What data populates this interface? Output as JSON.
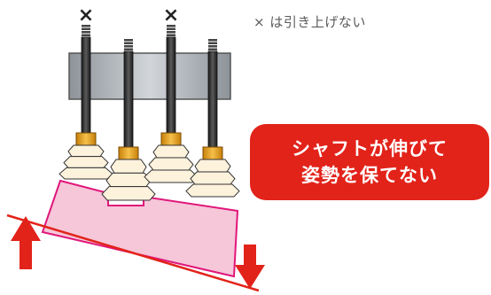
{
  "caption": "× は引き上げない",
  "callout": {
    "line1": "シャフトが伸びて",
    "line2": "姿勢を保てない"
  },
  "markers": {
    "cup1": "×",
    "cup3": "×"
  },
  "colors": {
    "callout_bg": "#e2231a",
    "workpiece_fill": "#f6c6d9",
    "workpiece_stroke": "#e0177a",
    "arrow": "#e2231a",
    "shaft": "#2c2c2c",
    "bellows": "#fdf2dc",
    "fitting": "#e8a117",
    "plate": "#b9bec4"
  },
  "icons": [
    "up-arrow-icon",
    "down-arrow-icon",
    "x-mark-icon"
  ]
}
